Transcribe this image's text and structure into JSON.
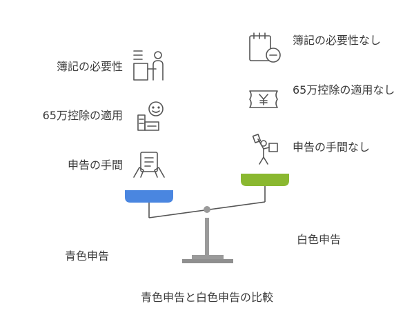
{
  "title": "青色申告と白色申告の比較",
  "left": {
    "label": "青色申告",
    "color": "#4a86e0",
    "items": [
      {
        "text": "簿記の必要性",
        "icon": "desk-worker-icon"
      },
      {
        "text": "65万控除の適用",
        "icon": "happy-savings-icon"
      },
      {
        "text": "申告の手間",
        "icon": "document-hands-icon"
      }
    ]
  },
  "right": {
    "label": "白色申告",
    "color": "#8ab830",
    "items": [
      {
        "text": "簿記の必要性なし",
        "icon": "calendar-minus-icon"
      },
      {
        "text": "65万控除の適用なし",
        "icon": "yen-ticket-icon"
      },
      {
        "text": "申告の手間なし",
        "icon": "relaxed-person-icon"
      }
    ]
  }
}
